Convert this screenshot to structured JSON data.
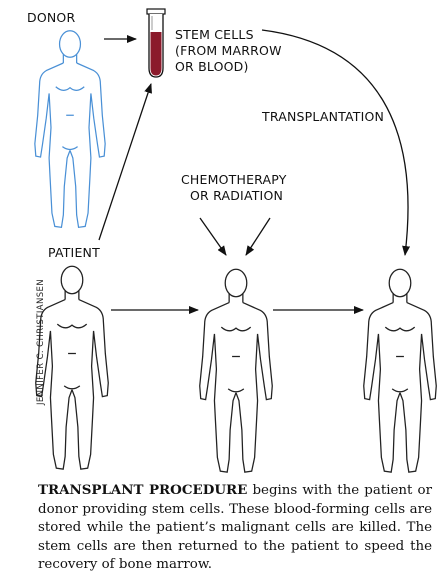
{
  "labels": {
    "donor": "DONOR",
    "stem_cells": [
      "STEM CELLS",
      "(FROM MARROW",
      "OR BLOOD)"
    ],
    "transplantation": "TRANSPLANTATION",
    "chemo": [
      "CHEMOTHERAPY",
      "OR RADIATION"
    ],
    "patient": "PATIENT"
  },
  "credit": "JENNIFER C. CHRISTIANSEN",
  "caption": {
    "lead": "TRANSPLANT PROCEDURE",
    "body": " begins with the patient or donor providing stem cells. These blood-forming cells are stored while the patient’s malignant cells are killed. The stem cells are then returned to the patient to speed the recovery of bone marrow."
  },
  "colors": {
    "donor_outline": "#4a90d6",
    "figure_outline": "#222222",
    "blood": "#8b1a2b"
  }
}
